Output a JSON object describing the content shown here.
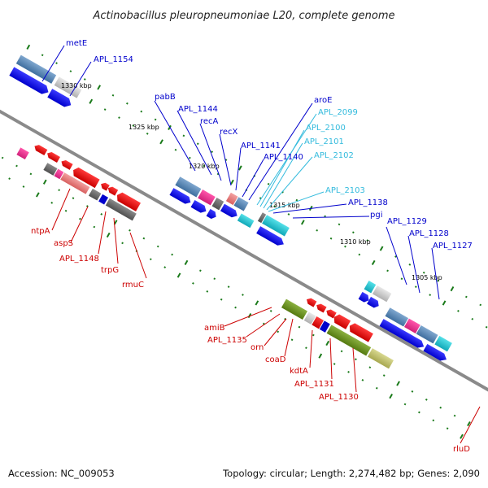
{
  "title": "Actinobacillus pleuropneumoniae L20, complete genome",
  "footer": {
    "accession": "Accession: NC_009053",
    "summary": "Topology: circular; Length: 2,274,482 bp; Genes: 2,090"
  },
  "ticks": [
    "1330 kbp",
    "1325 kbp",
    "1320 kbp",
    "1315 kbp",
    "1310 kbp",
    "1305 kbp"
  ],
  "labels_top": [
    "metE",
    "APL_1154",
    "pabB",
    "APL_1144",
    "recA",
    "recX",
    "APL_1141",
    "APL_1140",
    "aroE",
    "APL_2099",
    "APL_2100",
    "APL_2101",
    "APL_2102",
    "APL_2103",
    "APL_1138",
    "pgi",
    "APL_1129",
    "APL_1128",
    "APL_1127"
  ],
  "labels_bottom": [
    "ntpA",
    "aspS",
    "APL_1148",
    "trpG",
    "rmuC",
    "amiB",
    "APL_1135",
    "orn",
    "coaD",
    "kdtA",
    "APL_1131",
    "APL_1130",
    "rluD"
  ],
  "colors": {
    "blue_label": "#0000cc",
    "cyan_label": "#33bbdd",
    "red_label": "#cc0000",
    "tick_green": "#1a7a1a",
    "backbone": "#8a8a8a"
  }
}
